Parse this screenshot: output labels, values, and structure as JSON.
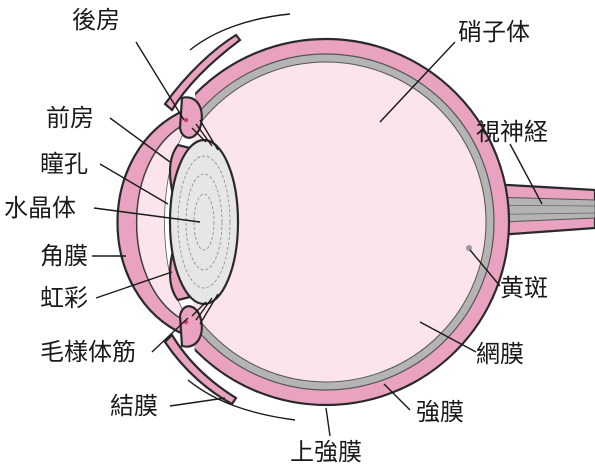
{
  "labels": {
    "posterior_chamber": "後房",
    "anterior_chamber": "前房",
    "pupil": "瞳孔",
    "lens": "水晶体",
    "cornea": "角膜",
    "iris": "虹彩",
    "ciliary_body": "毛様体筋",
    "conjunctiva": "結膜",
    "vitreous_body": "硝子体",
    "optic_nerve": "視神経",
    "macula": "黄斑",
    "retina": "網膜",
    "sclera": "強膜",
    "episclera": "上強膜"
  },
  "colors": {
    "sclera_pink": "#E9A2C0",
    "interior_pink": "#FBE4EC",
    "choroid_gray": "#B4B4B4",
    "lens_gray": "#E6E6E6",
    "outline": "#2a2a2a"
  }
}
